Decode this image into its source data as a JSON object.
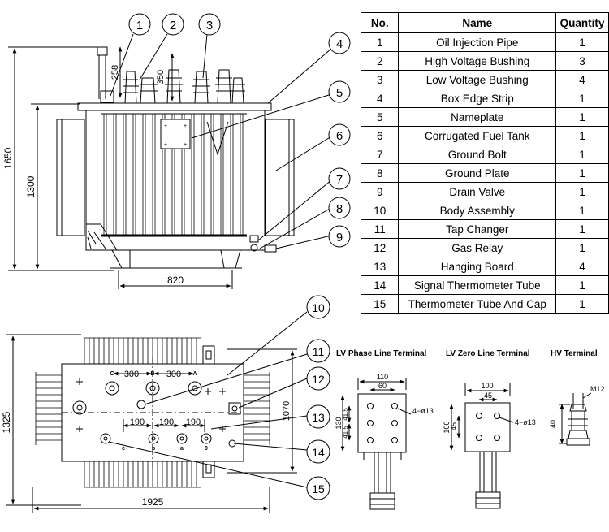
{
  "table": {
    "headers": {
      "no": "No.",
      "name": "Name",
      "qty": "Quantity"
    },
    "rows": [
      {
        "no": "1",
        "name": "Oil Injection Pipe",
        "qty": "1"
      },
      {
        "no": "2",
        "name": "High Voltage Bushing",
        "qty": "3"
      },
      {
        "no": "3",
        "name": "Low Voltage Bushing",
        "qty": "4"
      },
      {
        "no": "4",
        "name": "Box Edge Strip",
        "qty": "1"
      },
      {
        "no": "5",
        "name": "Nameplate",
        "qty": "1"
      },
      {
        "no": "6",
        "name": "Corrugated Fuel Tank",
        "qty": "1"
      },
      {
        "no": "7",
        "name": "Ground Bolt",
        "qty": "1"
      },
      {
        "no": "8",
        "name": "Ground Plate",
        "qty": "1"
      },
      {
        "no": "9",
        "name": "Drain Valve",
        "qty": "1"
      },
      {
        "no": "10",
        "name": "Body Assembly",
        "qty": "1"
      },
      {
        "no": "11",
        "name": "Tap Changer",
        "qty": "1"
      },
      {
        "no": "12",
        "name": "Gas Relay",
        "qty": "1"
      },
      {
        "no": "13",
        "name": "Hanging Board",
        "qty": "4"
      },
      {
        "no": "14",
        "name": "Signal Thermometer Tube",
        "qty": "1"
      },
      {
        "no": "15",
        "name": "Thermometer Tube And Cap",
        "qty": "1"
      }
    ]
  },
  "front_view": {
    "callouts": [
      "1",
      "2",
      "3",
      "4",
      "5",
      "6",
      "7",
      "8",
      "9"
    ],
    "dims": {
      "overall_height": "1650",
      "tank_height": "1300",
      "pipe": "258",
      "bushing": "350",
      "width": "820"
    }
  },
  "top_view": {
    "callouts": [
      "10",
      "11",
      "12",
      "13",
      "14",
      "15"
    ],
    "dims": {
      "depth": "1325",
      "length": "1925",
      "inner": "1070",
      "hv_spacing_1": "300",
      "hv_spacing_2": "300",
      "lv_spacing_1": "190",
      "lv_spacing_2": "190",
      "lv_spacing_3": "190"
    },
    "hv_labels": [
      "C",
      "B",
      "A"
    ],
    "lv_labels": [
      "c",
      "b",
      "a",
      "0"
    ]
  },
  "terminals": {
    "lv_phase": {
      "title": "LV Phase Line Terminal",
      "w_outer": "110",
      "w_inner": "60",
      "holes": "4−ø13",
      "h_outer": "130",
      "h_a": "41.5",
      "h_b": "41.5"
    },
    "lv_zero": {
      "title": "LV Zero Line Terminal",
      "w_outer": "100",
      "w_inner": "45",
      "holes": "4−ø13",
      "h_outer": "100",
      "h_inner": "45"
    },
    "hv": {
      "title": "HV Terminal",
      "thread": "M12",
      "height": "40"
    }
  }
}
